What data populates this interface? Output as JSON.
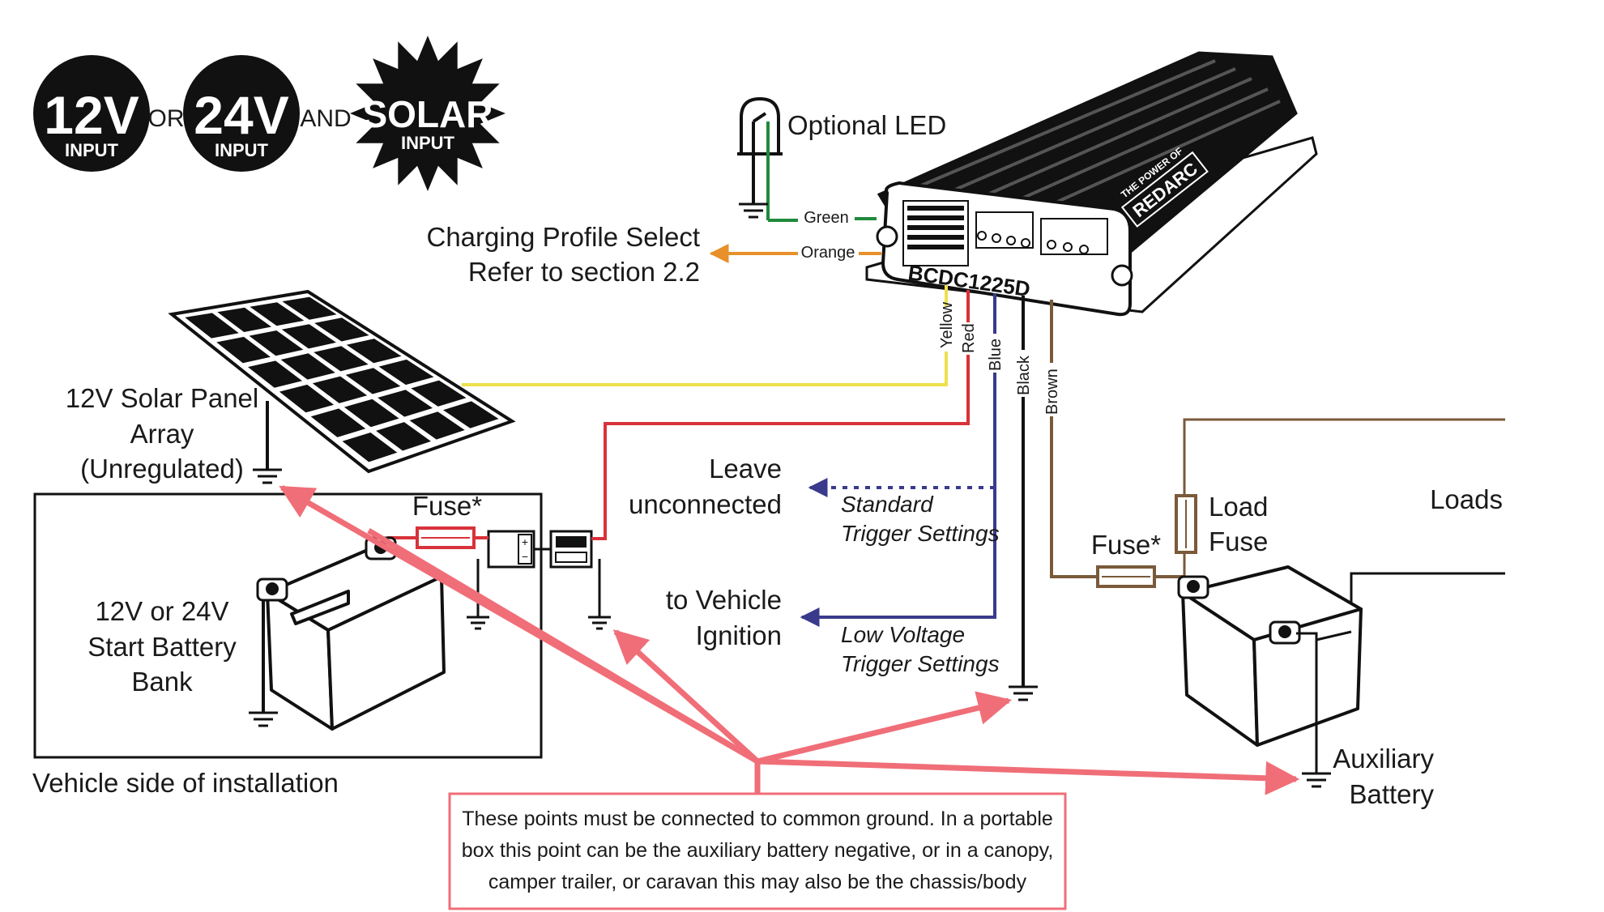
{
  "badges": {
    "v12": {
      "big": "12V",
      "small": "INPUT"
    },
    "v24": {
      "big": "24V",
      "small": "INPUT"
    },
    "solar": {
      "big": "SOLAR",
      "small": "INPUT"
    },
    "or": "OR",
    "and": "AND"
  },
  "charger": {
    "model": "BCDC1225D",
    "brand": "REDARC",
    "tagline": "THE POWER OF"
  },
  "labels": {
    "optional_led": "Optional LED",
    "charging_profile_line1": "Charging Profile Select",
    "charging_profile_line2": "Refer to section 2.2",
    "solar_line1": "12V Solar Panel",
    "solar_line2": "Array",
    "solar_line3": "(Unregulated)",
    "start_line1": "12V or 24V",
    "start_line2": "Start Battery",
    "start_line3": "Bank",
    "vehicle_side": "Vehicle side of installation",
    "fuse_left": "Fuse*",
    "fuse_right": "Fuse*",
    "leave_line1": "Leave",
    "leave_line2": "unconnected",
    "standard_line1": "Standard",
    "standard_line2": "Trigger Settings",
    "ignition_line1": "to Vehicle",
    "ignition_line2": "Ignition",
    "lowvolt_line1": "Low Voltage",
    "lowvolt_line2": "Trigger Settings",
    "load_fuse_line1": "Load",
    "load_fuse_line2": "Fuse",
    "loads": "Loads",
    "aux_line1": "Auxiliary",
    "aux_line2": "Battery"
  },
  "wires": {
    "green": "Green",
    "orange": "Orange",
    "yellow": "Yellow",
    "red": "Red",
    "blue": "Blue",
    "black": "Black",
    "brown": "Brown"
  },
  "note": {
    "line1": "These points must be connected to common ground. In a portable",
    "line2": "box this point can be the auxiliary battery negative, or in a canopy,",
    "line3": "camper trailer, or caravan this may also be the chassis/body"
  },
  "colors": {
    "green": "#1f8a3a",
    "orange": "#e8902a",
    "yellow": "#ede04a",
    "red": "#d8323a",
    "blue": "#3a3a8c",
    "black": "#111111",
    "brown": "#7a5a3a",
    "ground_arrow": "#f06e78"
  }
}
